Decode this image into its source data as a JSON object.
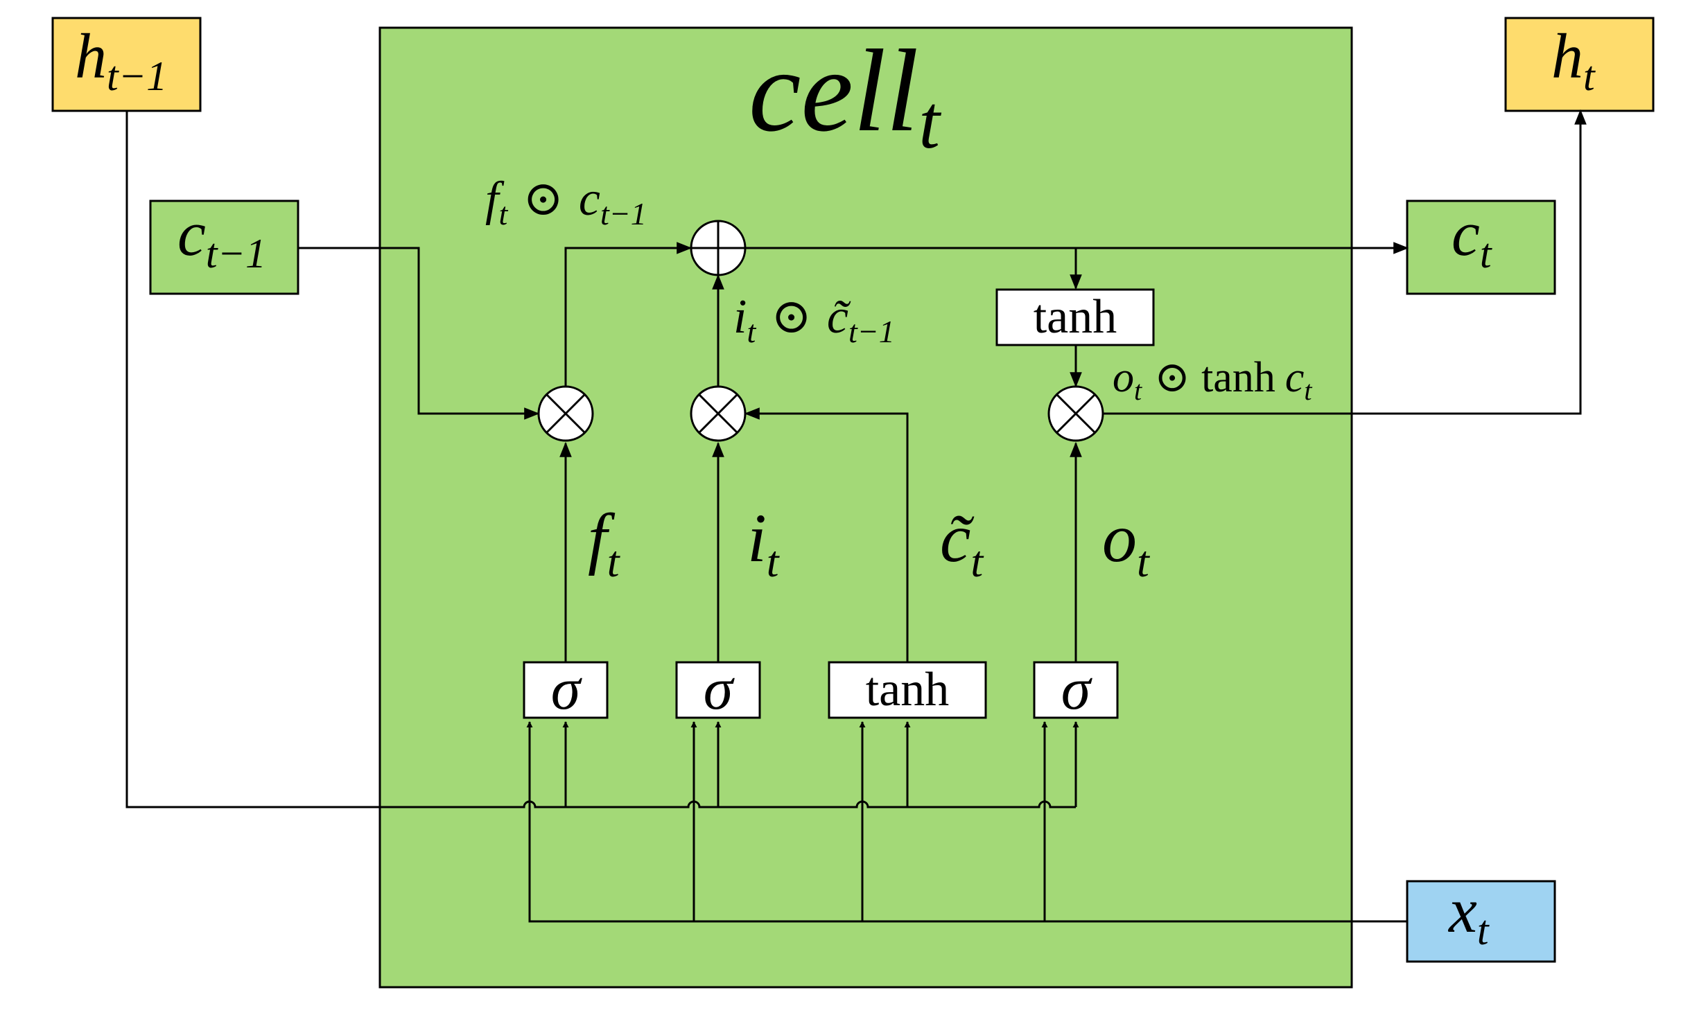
{
  "cell": {
    "base": "cell",
    "sub": "t",
    "fill": "#a3d977"
  },
  "io": {
    "h_prev": {
      "base": "h",
      "sub": "t−1",
      "fill": "#fedc6d"
    },
    "c_prev": {
      "base": "c",
      "sub": "t−1",
      "fill": "#a3d977"
    },
    "h_t": {
      "base": "h",
      "sub": "t",
      "fill": "#fedc6d"
    },
    "c_t": {
      "base": "c",
      "sub": "t",
      "fill": "#a3d977"
    },
    "x_t": {
      "base": "x",
      "sub": "t",
      "fill": "#9fd3f2"
    }
  },
  "gates": {
    "forget_act": "σ",
    "input_act": "σ",
    "candidate_act": "tanh",
    "output_act": "σ",
    "cell_out_act": "tanh"
  },
  "signals": {
    "f": {
      "base": "f",
      "sub": "t"
    },
    "i": {
      "base": "i",
      "sub": "t"
    },
    "c_tilde": {
      "base": "c̃",
      "sub": "t"
    },
    "o": {
      "base": "o",
      "sub": "t"
    }
  },
  "products": {
    "f_c": {
      "a": "f",
      "a_sub": "t",
      "op": "⊙",
      "b": "c",
      "b_sub": "t−1"
    },
    "i_c": {
      "a": "i",
      "a_sub": "t",
      "op": "⊙",
      "b": "c̃",
      "b_sub": "t−1"
    },
    "o_tanh": {
      "a": "o",
      "a_sub": "t",
      "op": "⊙",
      "fn": "tanh",
      "b": "c",
      "b_sub": "t"
    }
  },
  "operators": {
    "multiply": "⊗",
    "add": "⊕"
  }
}
